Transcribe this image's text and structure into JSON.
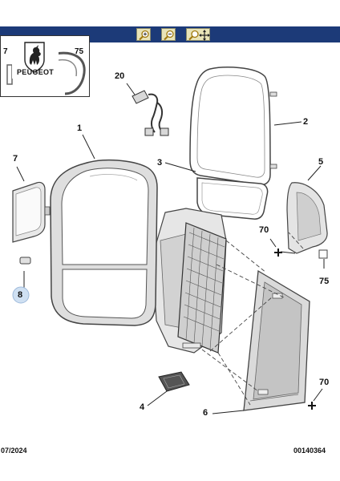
{
  "toolbar": {
    "zoom_in_icon": "zoom-in-icon",
    "zoom_out_icon": "zoom-out-icon",
    "zoom_move_icon": "zoom-move-icon"
  },
  "logo": {
    "brand": "PEUGEOT",
    "inset_labels": [
      "7",
      "75"
    ]
  },
  "callouts": [
    "20",
    "1",
    "2",
    "3",
    "7",
    "5",
    "70",
    "75",
    "8",
    "4",
    "6",
    "70"
  ],
  "footer": {
    "date": "07/2024",
    "ref": "00140364"
  },
  "colors": {
    "toolbar_bg": "#1c3a78",
    "button_bg": "#e9e4b8",
    "highlight": "#cfe0f2"
  }
}
